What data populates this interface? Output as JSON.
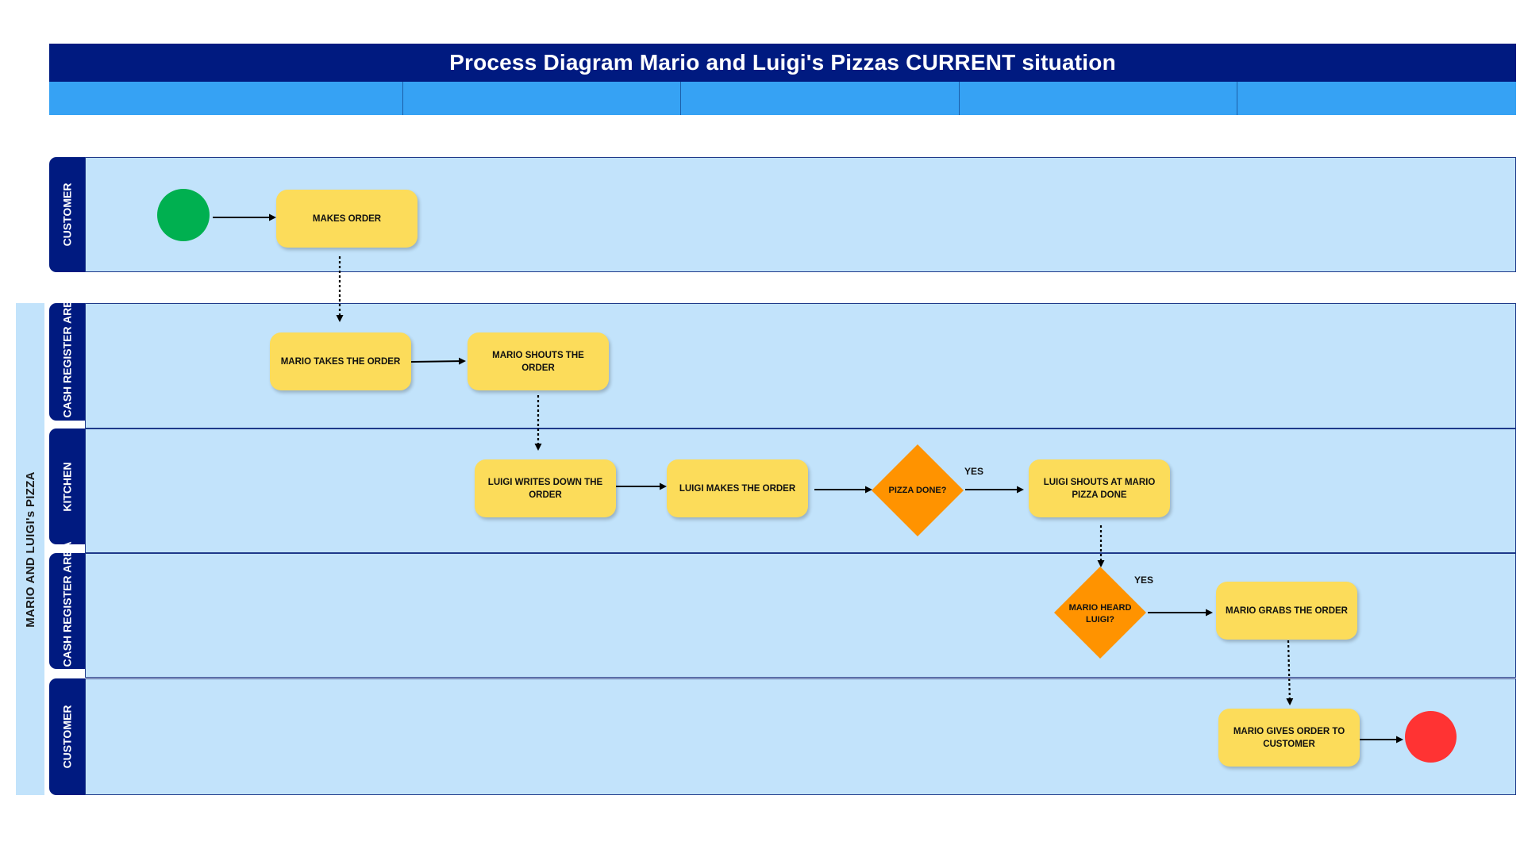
{
  "diagram": {
    "title": "Process Diagram Mario and Luigi's Pizzas CURRENT situation",
    "phases": [
      "",
      "",
      "",
      "",
      ""
    ],
    "pool_label": "MARIO AND LUIGI's PIZZA",
    "lanes": [
      {
        "label": "CUSTOMER"
      },
      {
        "label": "CASH REGISTER AREA"
      },
      {
        "label": "KITCHEN"
      },
      {
        "label": "CASH REGISTER AREA"
      },
      {
        "label": "CUSTOMER"
      }
    ],
    "tasks": {
      "makes_order": "MAKES ORDER",
      "mario_takes_order": "MARIO TAKES THE ORDER",
      "mario_shouts_order": "MARIO SHOUTS THE ORDER",
      "luigi_writes_down": "LUIGI WRITES DOWN THE ORDER",
      "luigi_makes_order": "LUIGI MAKES THE ORDER",
      "luigi_shouts_done": "LUIGI SHOUTS AT MARIO PIZZA DONE",
      "mario_grabs_order": "MARIO GRABS THE ORDER",
      "mario_gives_order": "MARIO GIVES ORDER TO CUSTOMER"
    },
    "decisions": {
      "pizza_done": "PIZZA DONE?",
      "mario_heard": "MARIO HEARD LUIGI?"
    },
    "edge_labels": {
      "yes_1": "YES",
      "yes_2": "YES"
    },
    "colors": {
      "start_event": "#00b050",
      "end_event": "#ff3333",
      "task": "#fcdc5a",
      "decision": "#ff9300",
      "lane": "#c2e3fb",
      "header": "#001a80",
      "phase": "#36a2f4"
    }
  }
}
